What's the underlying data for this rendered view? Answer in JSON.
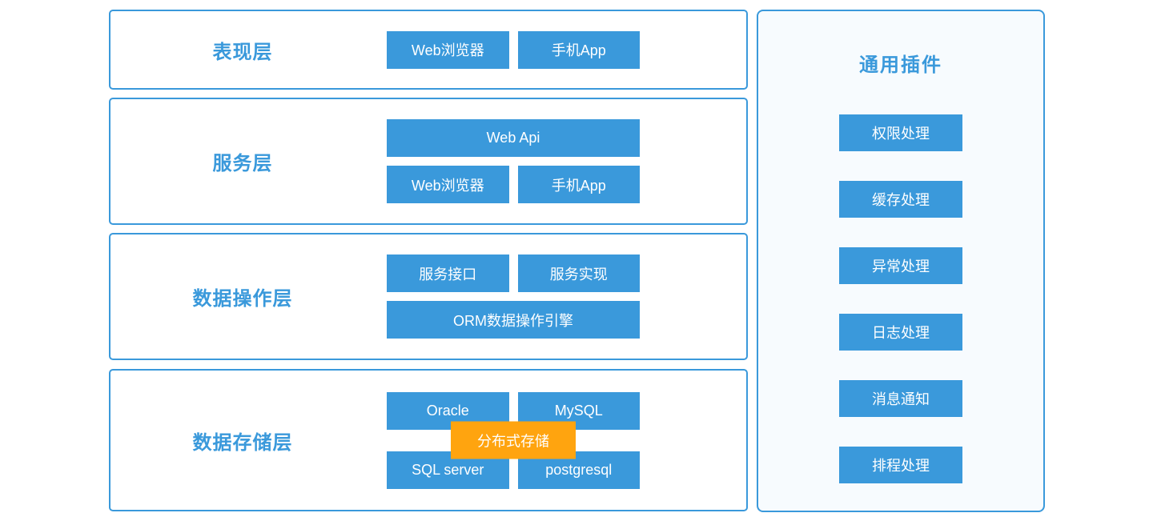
{
  "colors": {
    "blue": "#3a99db",
    "orange": "#ffa40f",
    "panel_bg": "#f7fbfe",
    "button_text": "#ffffff"
  },
  "layers": [
    {
      "title": "表现层",
      "rows": [
        [
          "Web浏览器",
          "手机App"
        ]
      ]
    },
    {
      "title": "服务层",
      "rows": [
        [
          "Web Api"
        ],
        [
          "Web浏览器",
          "手机App"
        ]
      ]
    },
    {
      "title": "数据操作层",
      "rows": [
        [
          "服务接口",
          "服务实现"
        ],
        [
          "ORM数据操作引擎"
        ]
      ]
    },
    {
      "title": "数据存储层",
      "rows": [
        [
          "Oracle",
          "MySQL"
        ],
        [
          "SQL server",
          "postgresql"
        ]
      ],
      "overlay_label": "分布式存储"
    }
  ],
  "plugins": {
    "title": "通用插件",
    "items": [
      "权限处理",
      "缓存处理",
      "异常处理",
      "日志处理",
      "消息通知",
      "排程处理"
    ]
  }
}
